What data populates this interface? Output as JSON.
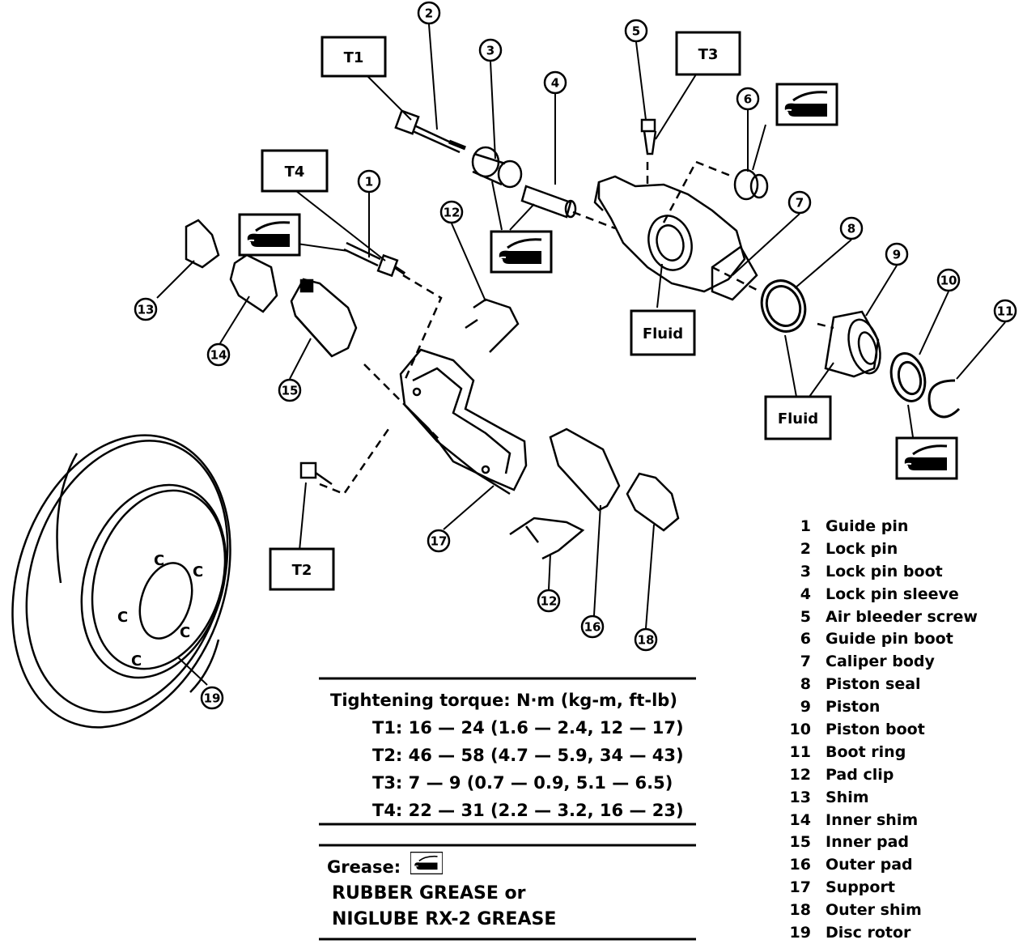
{
  "callouts": {
    "T1": "T1",
    "T2": "T2",
    "T3": "T3",
    "T4": "T4",
    "fluid1": "Fluid",
    "fluid2": "Fluid"
  },
  "part_numbers": [
    "1",
    "2",
    "3",
    "4",
    "5",
    "6",
    "7",
    "8",
    "9",
    "10",
    "11",
    "12",
    "12",
    "13",
    "14",
    "15",
    "16",
    "17",
    "18",
    "19"
  ],
  "torque": {
    "heading": "Tightening torque:  N·m (kg-m, ft-lb)",
    "rows": [
      "T1:  16 — 24 (1.6 — 2.4, 12 — 17)",
      "T2:  46 — 58 (4.7 — 5.9, 34 — 43)",
      "T3:  7 — 9 (0.7 — 0.9, 5.1 — 6.5)",
      "T4:  22 — 31 (2.2 — 3.2, 16 — 23)"
    ]
  },
  "grease": {
    "label": "Grease:",
    "line1": "RUBBER GREASE or",
    "line2": "NIGLUBE RX-2 GREASE",
    "icon": "grease-symbol-icon"
  },
  "parts": [
    {
      "num": "1",
      "name": "Guide pin"
    },
    {
      "num": "2",
      "name": "Lock pin"
    },
    {
      "num": "3",
      "name": "Lock pin boot"
    },
    {
      "num": "4",
      "name": "Lock pin sleeve"
    },
    {
      "num": "5",
      "name": "Air bleeder screw"
    },
    {
      "num": "6",
      "name": "Guide pin boot"
    },
    {
      "num": "7",
      "name": "Caliper body"
    },
    {
      "num": "8",
      "name": "Piston seal"
    },
    {
      "num": "9",
      "name": "Piston"
    },
    {
      "num": "10",
      "name": "Piston boot"
    },
    {
      "num": "11",
      "name": "Boot ring"
    },
    {
      "num": "12",
      "name": "Pad clip"
    },
    {
      "num": "13",
      "name": "Shim"
    },
    {
      "num": "14",
      "name": "Inner shim"
    },
    {
      "num": "15",
      "name": "Inner pad"
    },
    {
      "num": "16",
      "name": "Outer pad"
    },
    {
      "num": "17",
      "name": "Support"
    },
    {
      "num": "18",
      "name": "Outer shim"
    },
    {
      "num": "19",
      "name": "Disc rotor"
    }
  ],
  "rotor_marks": "C"
}
